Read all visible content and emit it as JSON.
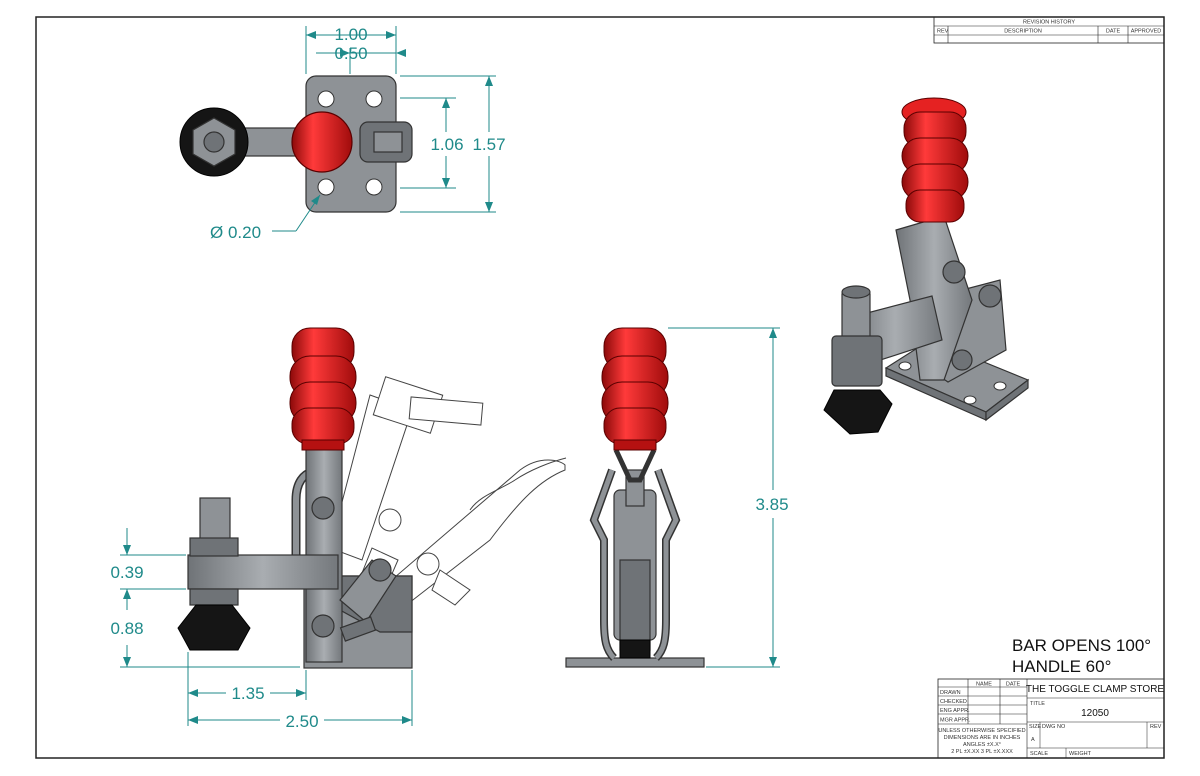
{
  "revision_block": {
    "title": "REVISION HISTORY",
    "columns": [
      "REV",
      "DESCRIPTION",
      "DATE",
      "APPROVED"
    ]
  },
  "dimensions": {
    "top_width_outer": "1.00",
    "top_width_inner": "0.50",
    "top_height_inner": "1.06",
    "top_height_outer": "1.57",
    "hole_diameter": "Ø 0.20",
    "side_upper": "0.39",
    "side_lower": "0.88",
    "side_reach": "1.35",
    "side_length": "2.50",
    "front_height": "3.85"
  },
  "notes": {
    "line1": "BAR OPENS 100°",
    "line2": "HANDLE 60°"
  },
  "title_block": {
    "header_name": "NAME",
    "header_date": "DATE",
    "rows": [
      "DRAWN",
      "CHECKED",
      "ENG APPR.",
      "MGR APPR."
    ],
    "company": "THE TOGGLE CLAMP STORE",
    "title_label": "TITLE",
    "part_number": "12050",
    "tolerance_lines": [
      "UNLESS OTHERWISE SPECIFIED",
      "DIMENSIONS ARE IN INCHES",
      "ANGLES ±X.X°",
      "2 PL ±X.XX 3 PL ±X.XXX"
    ],
    "size_label": "SIZE",
    "size_value": "A",
    "dwg_label": "DWG NO",
    "rev_label": "REV",
    "scale_label": "SCALE",
    "weight_label": "WEIGHT"
  },
  "colors": {
    "dimension": "#1f8a8a",
    "handle_red": "#d81a1a",
    "steel": "#8e9296",
    "rubber_tip": "#151515"
  }
}
